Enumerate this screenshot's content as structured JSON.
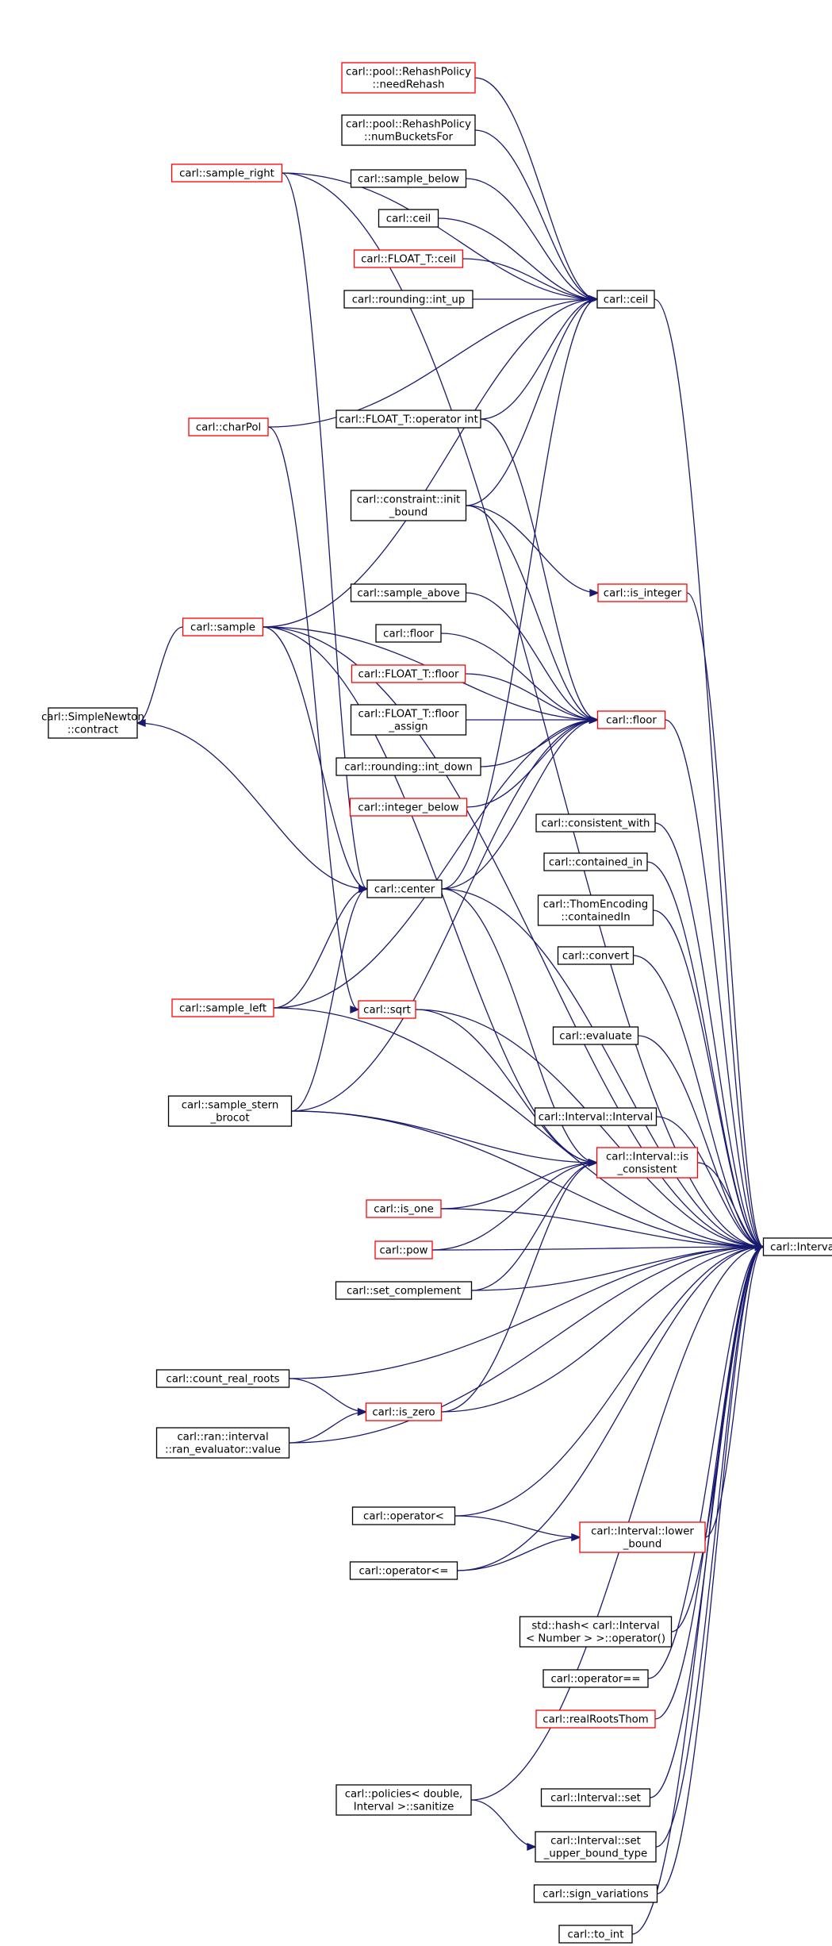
{
  "graph": {
    "colors": {
      "edge": "#191970",
      "border_normal": "#000000",
      "border_truncated": "#ff0000",
      "root_fill": "#bfbfbf",
      "background": "#ffffff"
    },
    "nodes": [
      {
        "id": "lower",
        "lines": [
          "carl::Interval::lower"
        ],
        "kind": "root"
      },
      {
        "id": "ceil",
        "lines": [
          "carl::ceil"
        ],
        "kind": "normal"
      },
      {
        "id": "floor",
        "lines": [
          "carl::floor"
        ],
        "kind": "truncated"
      },
      {
        "id": "is_integer",
        "lines": [
          "carl::is_integer"
        ],
        "kind": "truncated"
      },
      {
        "id": "center",
        "lines": [
          "carl::center"
        ],
        "kind": "normal"
      },
      {
        "id": "sqrt",
        "lines": [
          "carl::sqrt"
        ],
        "kind": "truncated"
      },
      {
        "id": "is_consistent",
        "lines": [
          "carl::Interval::is",
          "_consistent"
        ],
        "kind": "truncated"
      },
      {
        "id": "is_zero",
        "lines": [
          "carl::is_zero"
        ],
        "kind": "truncated"
      },
      {
        "id": "lower_bound",
        "lines": [
          "carl::Interval::lower",
          "_bound"
        ],
        "kind": "truncated"
      },
      {
        "id": "sample_right",
        "lines": [
          "carl::sample_right"
        ],
        "kind": "truncated"
      },
      {
        "id": "charPol",
        "lines": [
          "carl::charPol"
        ],
        "kind": "truncated"
      },
      {
        "id": "sample",
        "lines": [
          "carl::sample"
        ],
        "kind": "truncated"
      },
      {
        "id": "simple_newton",
        "lines": [
          "carl::SimpleNewton",
          "::contract"
        ],
        "kind": "normal"
      },
      {
        "id": "sample_left",
        "lines": [
          "carl::sample_left"
        ],
        "kind": "truncated"
      },
      {
        "id": "sample_stern",
        "lines": [
          "carl::sample_stern",
          "_brocot"
        ],
        "kind": "normal"
      },
      {
        "id": "need_rehash",
        "lines": [
          "carl::pool::RehashPolicy",
          "::needRehash"
        ],
        "kind": "truncated"
      },
      {
        "id": "num_buckets",
        "lines": [
          "carl::pool::RehashPolicy",
          "::numBucketsFor"
        ],
        "kind": "normal"
      },
      {
        "id": "sample_below",
        "lines": [
          "carl::sample_below"
        ],
        "kind": "normal"
      },
      {
        "id": "ceil2",
        "lines": [
          "carl::ceil"
        ],
        "kind": "normal"
      },
      {
        "id": "float_ceil",
        "lines": [
          "carl::FLOAT_T::ceil"
        ],
        "kind": "truncated"
      },
      {
        "id": "int_up",
        "lines": [
          "carl::rounding::int_up"
        ],
        "kind": "normal"
      },
      {
        "id": "float_op_int",
        "lines": [
          "carl::FLOAT_T::operator int"
        ],
        "kind": "normal"
      },
      {
        "id": "init_bound",
        "lines": [
          "carl::constraint::init",
          "_bound"
        ],
        "kind": "normal"
      },
      {
        "id": "sample_above",
        "lines": [
          "carl::sample_above"
        ],
        "kind": "normal"
      },
      {
        "id": "floor2",
        "lines": [
          "carl::floor"
        ],
        "kind": "normal"
      },
      {
        "id": "float_floor",
        "lines": [
          "carl::FLOAT_T::floor"
        ],
        "kind": "truncated"
      },
      {
        "id": "float_floor_assign",
        "lines": [
          "carl::FLOAT_T::floor",
          "_assign"
        ],
        "kind": "normal"
      },
      {
        "id": "int_down",
        "lines": [
          "carl::rounding::int_down"
        ],
        "kind": "normal"
      },
      {
        "id": "integer_below",
        "lines": [
          "carl::integer_below"
        ],
        "kind": "truncated"
      },
      {
        "id": "consistent_with",
        "lines": [
          "carl::consistent_with"
        ],
        "kind": "normal"
      },
      {
        "id": "contained_in",
        "lines": [
          "carl::contained_in"
        ],
        "kind": "normal"
      },
      {
        "id": "thom_contained",
        "lines": [
          "carl::ThomEncoding",
          "::containedIn"
        ],
        "kind": "normal"
      },
      {
        "id": "convert",
        "lines": [
          "carl::convert"
        ],
        "kind": "normal"
      },
      {
        "id": "evaluate",
        "lines": [
          "carl::evaluate"
        ],
        "kind": "normal"
      },
      {
        "id": "interval_ctor",
        "lines": [
          "carl::Interval::Interval"
        ],
        "kind": "normal"
      },
      {
        "id": "is_one",
        "lines": [
          "carl::is_one"
        ],
        "kind": "truncated"
      },
      {
        "id": "pow",
        "lines": [
          "carl::pow"
        ],
        "kind": "truncated"
      },
      {
        "id": "set_complement",
        "lines": [
          "carl::set_complement"
        ],
        "kind": "normal"
      },
      {
        "id": "count_real_roots",
        "lines": [
          "carl::count_real_roots"
        ],
        "kind": "normal"
      },
      {
        "id": "ran_value",
        "lines": [
          "carl::ran::interval",
          "::ran_evaluator::value"
        ],
        "kind": "normal"
      },
      {
        "id": "op_lt",
        "lines": [
          "carl::operator<"
        ],
        "kind": "normal"
      },
      {
        "id": "op_le",
        "lines": [
          "carl::operator<="
        ],
        "kind": "normal"
      },
      {
        "id": "std_hash",
        "lines": [
          "std::hash< carl::Interval",
          "< Number > >::operator()"
        ],
        "kind": "normal"
      },
      {
        "id": "op_eq",
        "lines": [
          "carl::operator=="
        ],
        "kind": "normal"
      },
      {
        "id": "real_roots_thom",
        "lines": [
          "carl::realRootsThom"
        ],
        "kind": "truncated"
      },
      {
        "id": "policies_sanitize",
        "lines": [
          "carl::policies< double,",
          "Interval >::sanitize"
        ],
        "kind": "normal"
      },
      {
        "id": "interval_set",
        "lines": [
          "carl::Interval::set"
        ],
        "kind": "normal"
      },
      {
        "id": "set_upper",
        "lines": [
          "carl::Interval::set",
          "_upper_bound_type"
        ],
        "kind": "normal"
      },
      {
        "id": "sign_variations",
        "lines": [
          "carl::sign_variations"
        ],
        "kind": "normal"
      },
      {
        "id": "to_int",
        "lines": [
          "carl::to_int"
        ],
        "kind": "normal"
      }
    ],
    "edges": [
      [
        "ceil",
        "lower"
      ],
      [
        "floor",
        "lower"
      ],
      [
        "is_integer",
        "lower"
      ],
      [
        "center",
        "lower"
      ],
      [
        "sqrt",
        "lower"
      ],
      [
        "is_consistent",
        "lower"
      ],
      [
        "is_zero",
        "lower"
      ],
      [
        "lower_bound",
        "lower"
      ],
      [
        "sample_right",
        "lower"
      ],
      [
        "sample",
        "lower"
      ],
      [
        "sample_left",
        "lower"
      ],
      [
        "sample_stern",
        "lower"
      ],
      [
        "consistent_with",
        "lower"
      ],
      [
        "contained_in",
        "lower"
      ],
      [
        "thom_contained",
        "lower"
      ],
      [
        "convert",
        "lower"
      ],
      [
        "evaluate",
        "lower"
      ],
      [
        "interval_ctor",
        "lower"
      ],
      [
        "is_one",
        "lower"
      ],
      [
        "pow",
        "lower"
      ],
      [
        "set_complement",
        "lower"
      ],
      [
        "count_real_roots",
        "lower"
      ],
      [
        "ran_value",
        "lower"
      ],
      [
        "op_lt",
        "lower"
      ],
      [
        "op_le",
        "lower"
      ],
      [
        "std_hash",
        "lower"
      ],
      [
        "op_eq",
        "lower"
      ],
      [
        "real_roots_thom",
        "lower"
      ],
      [
        "policies_sanitize",
        "lower"
      ],
      [
        "interval_set",
        "lower"
      ],
      [
        "set_upper",
        "lower"
      ],
      [
        "sign_variations",
        "lower"
      ],
      [
        "to_int",
        "lower"
      ],
      [
        "need_rehash",
        "ceil"
      ],
      [
        "num_buckets",
        "ceil"
      ],
      [
        "sample_below",
        "ceil"
      ],
      [
        "ceil2",
        "ceil"
      ],
      [
        "float_ceil",
        "ceil"
      ],
      [
        "int_up",
        "ceil"
      ],
      [
        "float_op_int",
        "ceil"
      ],
      [
        "init_bound",
        "ceil"
      ],
      [
        "sample_right",
        "ceil"
      ],
      [
        "charPol",
        "ceil"
      ],
      [
        "sample",
        "ceil"
      ],
      [
        "center",
        "ceil"
      ],
      [
        "sample_above",
        "floor"
      ],
      [
        "floor2",
        "floor"
      ],
      [
        "float_floor",
        "floor"
      ],
      [
        "float_floor_assign",
        "floor"
      ],
      [
        "int_down",
        "floor"
      ],
      [
        "integer_below",
        "floor"
      ],
      [
        "float_op_int",
        "floor"
      ],
      [
        "init_bound",
        "floor"
      ],
      [
        "sample",
        "floor"
      ],
      [
        "center",
        "floor"
      ],
      [
        "sample_left",
        "floor"
      ],
      [
        "sample_stern",
        "floor"
      ],
      [
        "init_bound",
        "is_integer"
      ],
      [
        "sample_left",
        "center"
      ],
      [
        "sample_stern",
        "center"
      ],
      [
        "simple_newton",
        "center"
      ],
      [
        "sample",
        "center"
      ],
      [
        "sample_right",
        "center"
      ],
      [
        "charPol",
        "sqrt"
      ],
      [
        "sqrt",
        "is_consistent"
      ],
      [
        "center",
        "is_consistent"
      ],
      [
        "sample",
        "is_consistent"
      ],
      [
        "sample_stern",
        "is_consistent"
      ],
      [
        "is_one",
        "is_consistent"
      ],
      [
        "pow",
        "is_consistent"
      ],
      [
        "set_complement",
        "is_consistent"
      ],
      [
        "is_zero",
        "is_consistent"
      ],
      [
        "count_real_roots",
        "is_zero"
      ],
      [
        "ran_value",
        "is_zero"
      ],
      [
        "op_lt",
        "lower_bound"
      ],
      [
        "op_le",
        "lower_bound"
      ],
      [
        "policies_sanitize",
        "set_upper"
      ],
      [
        "sample",
        "simple_newton"
      ]
    ]
  }
}
